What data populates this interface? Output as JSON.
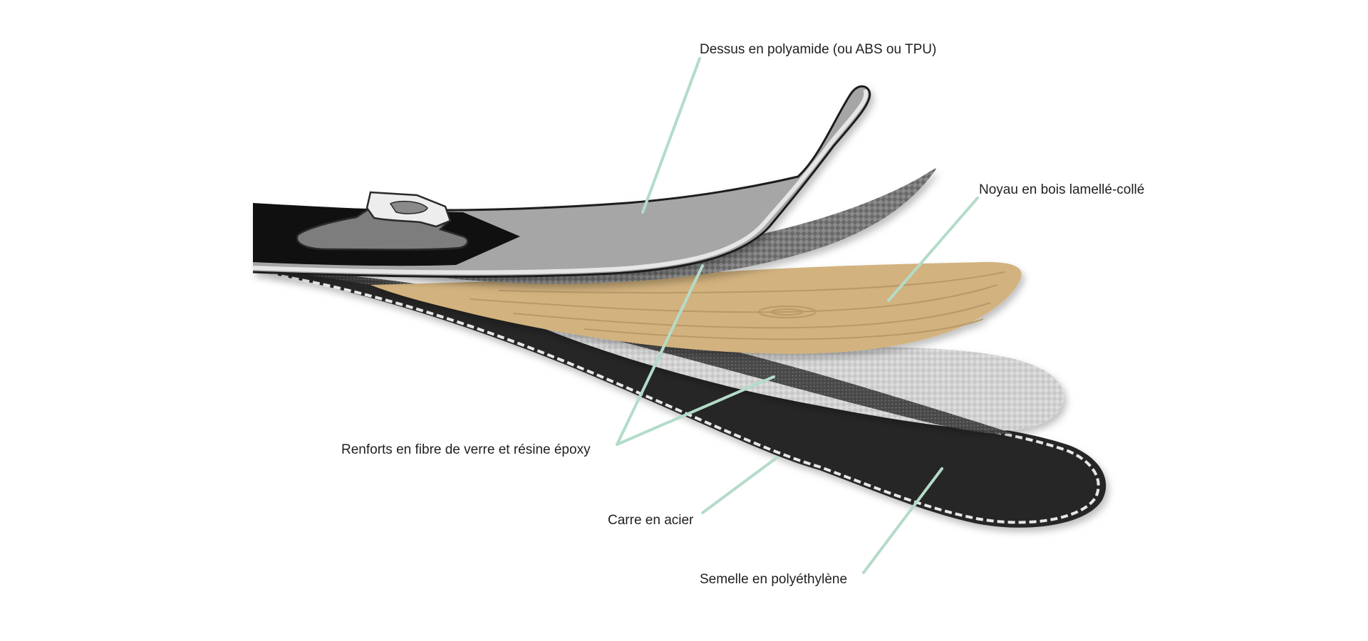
{
  "colors": {
    "leader": "#b3dcc8",
    "top_sheet": "#a6a6a6",
    "top_sheet_edge": "#e6e6e6",
    "fiber": "#6b6b6b",
    "wood": "#d2b27e",
    "wood_grain": "#b89a68",
    "fiber_light": "#c8c8c8",
    "base": "#262626",
    "steel_edge": "#e8e8e8",
    "binding_plate": "#101010",
    "binding": "#7d7d7d"
  },
  "labels": {
    "top_sheet": "Dessus en polyamide (ou ABS ou TPU)",
    "core": "Noyau en bois lamellé-collé",
    "reinforcement": "Renforts en fibre de verre et résine époxy",
    "edge": "Carre en acier",
    "base": "Semelle en polyéthylène"
  }
}
